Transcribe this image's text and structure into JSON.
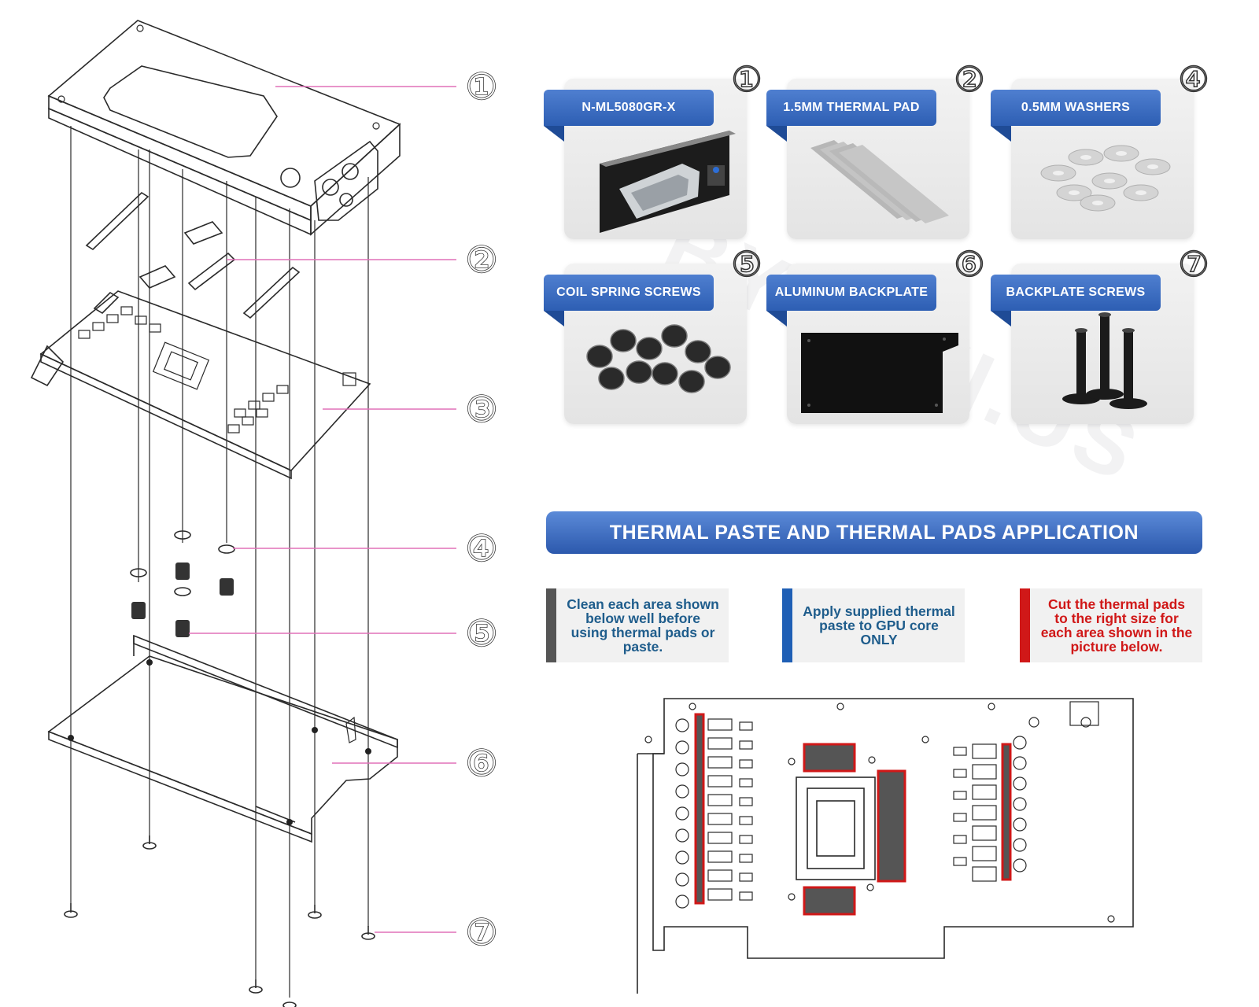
{
  "diagram": {
    "numbers": [
      "①",
      "②",
      "③",
      "④",
      "⑤",
      "⑥",
      "⑦"
    ]
  },
  "parts": [
    {
      "num": "①",
      "label": "N-ML5080GR-X",
      "icon": "water-block-icon"
    },
    {
      "num": "②",
      "label": "1.5MM THERMAL PAD",
      "icon": "thermal-pad-icon"
    },
    {
      "num": "④",
      "label": "0.5MM WASHERS",
      "icon": "washers-icon"
    },
    {
      "num": "⑤",
      "label": "COIL SPRING SCREWS",
      "icon": "spring-screws-icon"
    },
    {
      "num": "⑥",
      "label": "ALUMINUM BACKPLATE",
      "icon": "backplate-icon"
    },
    {
      "num": "⑦",
      "label": "BACKPLATE SCREWS",
      "icon": "backplate-screws-icon"
    }
  ],
  "banner": {
    "title": "THERMAL PASTE AND THERMAL PADS APPLICATION"
  },
  "notes": [
    {
      "text": "Clean each area shown below well before using thermal pads or paste.",
      "color": "#1f5d8c",
      "bar_color": "#555555"
    },
    {
      "text": "Apply supplied thermal paste to GPU core ONLY",
      "color": "#1f5d8c",
      "bar_color": "#1f5fb5"
    },
    {
      "text": "Cut the thermal pads to the right size for each area shown in the picture below.",
      "color": "#d01818",
      "bar_color": "#d01818"
    }
  ],
  "colors": {
    "accent_blue": "#2d5eb3",
    "pad_fill": "#555555",
    "pad_border": "#d01818",
    "leader": "#e070b8"
  },
  "watermark": "BYKSKI.US"
}
